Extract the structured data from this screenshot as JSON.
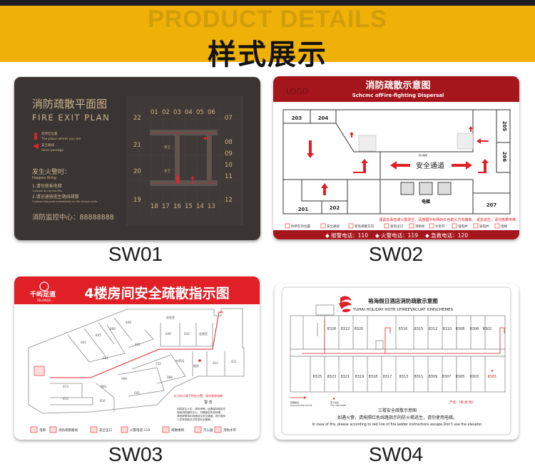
{
  "header": {
    "watermark": "PRODUCT DETAILS",
    "title": "样式展示"
  },
  "colors": {
    "band": "#efb008",
    "sw01_bg": "#3a3533",
    "sw01_text": "#cdb48e",
    "red": "#a5161c",
    "bright_red": "#e01f26"
  },
  "products": [
    {
      "label": "SW01",
      "title_cn": "消防疏散平面图",
      "title_en": "FIRE  EXIT  PLAN",
      "legend": [
        {
          "cn": "您所在位置",
          "en": "The place where you are"
        },
        {
          "cn": "安全路线",
          "en": "Save passage"
        }
      ],
      "alarm_title": "发生火警时：",
      "alarm_en": "Happen firing",
      "rules": [
        {
          "cn": "1.请勿搭乘电梯",
          "en": "1.please do not use lifts"
        },
        {
          "cn": "2.请迅速按逃生路线疏散",
          "en": "2.please evacuate immediately by the escape route."
        }
      ],
      "monitor": "消防监控中心：88888888",
      "rooms_top": [
        "01",
        "02",
        "03",
        "04",
        "05",
        "06"
      ],
      "rooms_bottom": [
        "18",
        "17",
        "16",
        "15",
        "14",
        "13"
      ],
      "rooms_left": [
        "22",
        "21",
        "20",
        "19"
      ],
      "rooms_right": [
        "07",
        "08",
        "09",
        "10",
        "11",
        "12"
      ],
      "toilets": [
        "男卫",
        "女卫"
      ]
    },
    {
      "label": "SW02",
      "logo": "LOGO",
      "title_cn": "消防疏散示意图",
      "title_en": "Schcmc ofFire-fighting Dispersal",
      "rooms": [
        "203",
        "204",
        "205",
        "206",
        "207",
        "201",
        "202"
      ],
      "corridor": "安全通道",
      "elevator": "电梯",
      "shutter": "防火卷帘",
      "notice": "遇紧急事态或火警发生，请按图中标明的红色箭头方向撤离。   紧急逃生，请勿搭乘电梯",
      "legend": [
        "你所在的位置",
        "安全通道",
        "紧急疏散方向",
        "紧急出口",
        "消防栓",
        "水泵开",
        "强电井",
        "弱电井",
        "电梯"
      ],
      "phones": [
        "◆ 报警电话：110",
        "◆ 火警电话：119",
        "◆ 急救电话：120"
      ]
    },
    {
      "label": "SW03",
      "logo_cn": "千屿足道",
      "logo_en": "ISLANDS",
      "title": "4楼房间安全疏散指示图",
      "rooms": [
        "803",
        "805",
        "806",
        "808",
        "休息室",
        "809",
        "810",
        "会客室",
        "802",
        "801",
        "布草间",
        "厨房",
        "812",
        "811",
        "555",
        "999",
        "888",
        "605",
        "厕所",
        "813",
        "815",
        "816"
      ],
      "note": "红点标示阁下所在位置，请勿乘坐电梯",
      "warning_title": "警  告",
      "warnings": [
        "如若发生火灾，请勿惊慌，且要保持镇定先",
        "使用消防器材灭火，可确保您安全转移。",
        "请您按照指示线路前往安全通道，我方服务",
        "人员将协助并引导您安全撤离。"
      ],
      "legend": [
        "电梯",
        "消防疏散路线",
        "安全出口",
        "火警电话-119",
        "疏散楼梯",
        "灭火器",
        "消防水带"
      ]
    },
    {
      "label": "SW04",
      "title_cn": "裕海假日酒店消防疏散示意图",
      "title_en": "YUHAI HOLIDAY HOTE LFIREEVACUAT IONSCHEMES",
      "rooms_top": [
        "8326",
        "8322",
        "8320",
        "8316",
        "8315",
        "8312",
        "8310",
        "8308",
        "8306",
        "8302"
      ],
      "rooms_bottom": [
        "8325",
        "8323",
        "8321",
        "8319",
        "8318",
        "8317",
        "8313",
        "8311",
        "8309",
        "8307",
        "8305",
        "8303",
        "8301"
      ],
      "legend_route_cn": "疏散路线",
      "legend_route_en": "EVACUATION ROUTE",
      "legend_here_cn": "阁下在此",
      "legend_here_en": "YOU ARE HERE",
      "forbid": "严禁：(易 燃 物)",
      "floor_title": "三楼安全疏散示意图",
      "instruction_cn": "如遇火警，请按照红色线路指示的防火梯逃生，请勿使用电梯。",
      "instruction_en": "In case of fire, please according to red line of fire ladder instructions escape,Don't use the elevator."
    }
  ]
}
